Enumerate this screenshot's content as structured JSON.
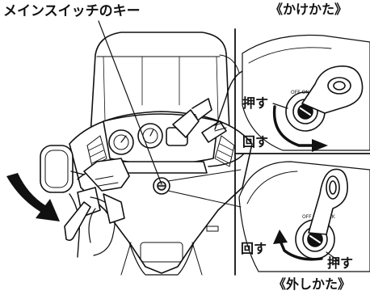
{
  "callout_label": "メインスイッチのキー",
  "panel_lock": {
    "caption": "《かけかた》",
    "push_label": "押す",
    "turn_label": "回す"
  },
  "panel_remove": {
    "caption": "《外しかた》",
    "turn_label": "回す",
    "push_label": "押す"
  }
}
